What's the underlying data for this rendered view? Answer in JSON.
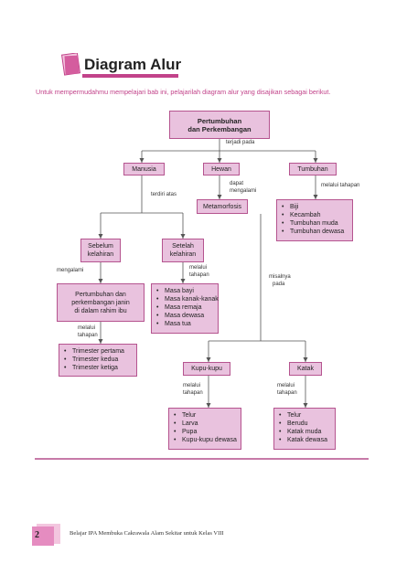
{
  "header": {
    "title": "Diagram Alur",
    "intro": "Untuk mempermudahmu mempelajari bab ini, pelajarilah diagram alur yang disajikan sebagai berikut."
  },
  "diagram": {
    "root": {
      "line1": "Pertumbuhan",
      "line2": "dan Perkembangan"
    },
    "root_edge": "terjadi pada",
    "manusia": "Manusia",
    "hewan": "Hewan",
    "tumbuhan": "Tumbuhan",
    "manusia_edge": "terdiri atas",
    "hewan_edge": {
      "line1": "dapat",
      "line2": "mengalami"
    },
    "tumbuhan_edge": "melalui tahapan",
    "metamorfosis": "Metamorfosis",
    "tumbuhan_stages": [
      "Biji",
      "Kecambah",
      "Tumbuhan muda",
      "Tumbuhan dewasa"
    ],
    "sebelum": {
      "line1": "Sebelum",
      "line2": "kelahiran"
    },
    "setelah": {
      "line1": "Setelah",
      "line2": "kelahiran"
    },
    "sebelum_edge": "mengalami",
    "setelah_edge": {
      "line1": "melalui",
      "line2": "tahapan"
    },
    "janin": {
      "line1": "Pertumbuhan dan",
      "line2": "perkembangan janin",
      "line3": "di dalam rahim ibu"
    },
    "setelah_stages": [
      "Masa bayi",
      "Masa kanak-kanak",
      "Masa remaja",
      "Masa dewasa",
      "Masa tua"
    ],
    "janin_edge": {
      "line1": "melalui",
      "line2": "tahapan"
    },
    "trimester": [
      "Trimester pertama",
      "Trimester kedua",
      "Trimester ketiga"
    ],
    "metamorfosis_edge": {
      "line1": "misalnya",
      "line2": "pada"
    },
    "kupu": "Kupu-kupu",
    "katak": "Katak",
    "kupu_edge": {
      "line1": "melalui",
      "line2": "tahapan"
    },
    "katak_edge": {
      "line1": "melalui",
      "line2": "tahapan"
    },
    "kupu_stages": [
      "Telur",
      "Larva",
      "Pupa",
      "Kupu-kupu dewasa"
    ],
    "katak_stages": [
      "Telur",
      "Berudu",
      "Katak muda",
      "Katak dewasa"
    ]
  },
  "footer": {
    "page_number": "2",
    "text": "Belajar IPA Membuka Cakrawala Alam Sekitar untuk Kelas VIII"
  },
  "colors": {
    "accent": "#c2438a",
    "box_fill": "#e9c2de",
    "box_border": "#b5548f",
    "rule": "#c77aa8"
  }
}
